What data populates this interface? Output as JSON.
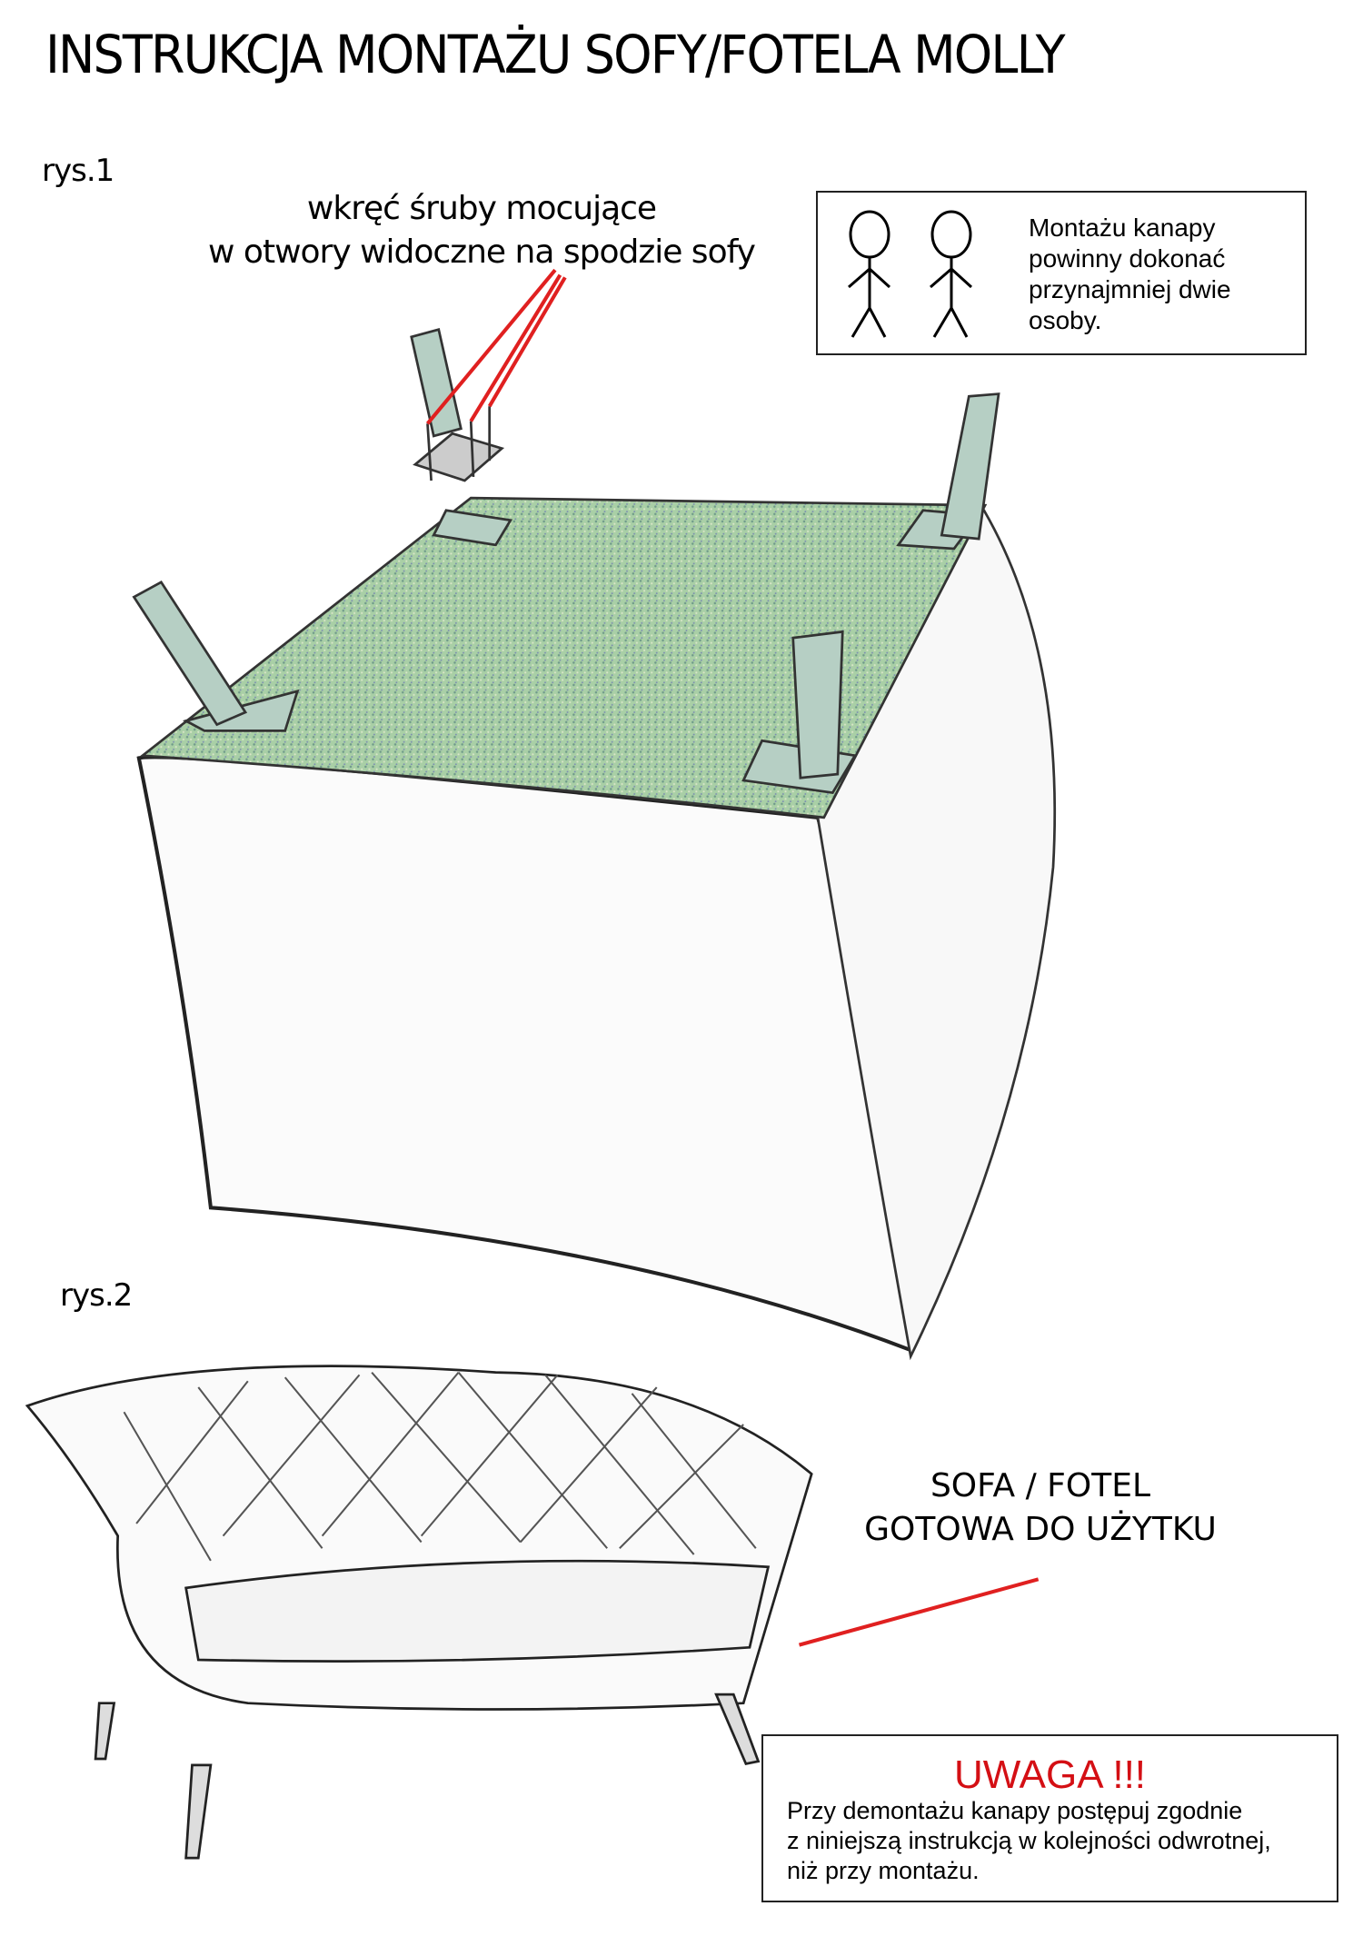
{
  "title": "INSTRUKCJA MONTAŻU SOFY/FOTELA MOLLY",
  "figure1": {
    "label": "rys.1",
    "caption_line1": "wkręć śruby mocujące",
    "caption_line2": "w otwory widoczne na spodzie sofy"
  },
  "people_note": {
    "icon": "two-stick-figures-icon",
    "lines": [
      "Montażu kanapy",
      "powinny dokonać",
      "przynajmniej dwie",
      "osoby."
    ]
  },
  "figure2": {
    "label": "rys.2",
    "caption_line1": "SOFA / FOTEL",
    "caption_line2": "GOTOWA DO UŻYTKU"
  },
  "warning": {
    "title": "UWAGA !!!",
    "lines": [
      "Przy demontażu kanapy postępuj zgodnie",
      "z niniejszą instrukcją w kolejności odwrotnej,",
      "niż przy montażu."
    ]
  },
  "colors": {
    "accent_red": "#d40f14",
    "underside_green": "#9fc7a0"
  }
}
